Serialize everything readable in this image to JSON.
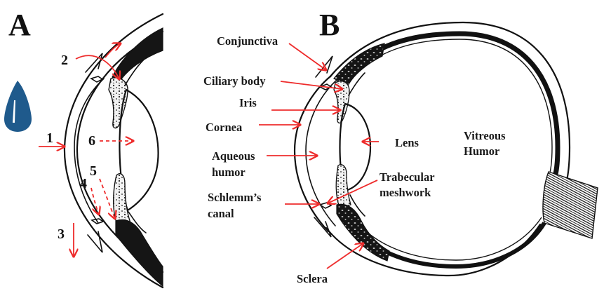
{
  "figure": {
    "panel_a": {
      "letter": "A",
      "drop_icon": {
        "name": "eye-drop-icon",
        "color": "#1f5a8c"
      },
      "step_labels": [
        "1",
        "2",
        "3",
        "4",
        "5",
        "6"
      ]
    },
    "panel_b": {
      "letter": "B",
      "labels": {
        "conjunctiva": "Conjunctiva",
        "ciliary_body": "Ciliary body",
        "iris": "Iris",
        "cornea": "Cornea",
        "aqueous_1": "Aqueous",
        "aqueous_2": "humor",
        "schlemm_1": "Schlemm’s",
        "schlemm_2": "canal",
        "sclera": "Sclera",
        "lens": "Lens",
        "trabecular_1": "Trabecular",
        "trabecular_2": "meshwork",
        "vitreous_1": "Vitreous",
        "vitreous_2": "Humor"
      }
    },
    "colors": {
      "arrow": "#ee2b2b",
      "ink": "#111111",
      "drop": "#1f5a8c"
    }
  }
}
